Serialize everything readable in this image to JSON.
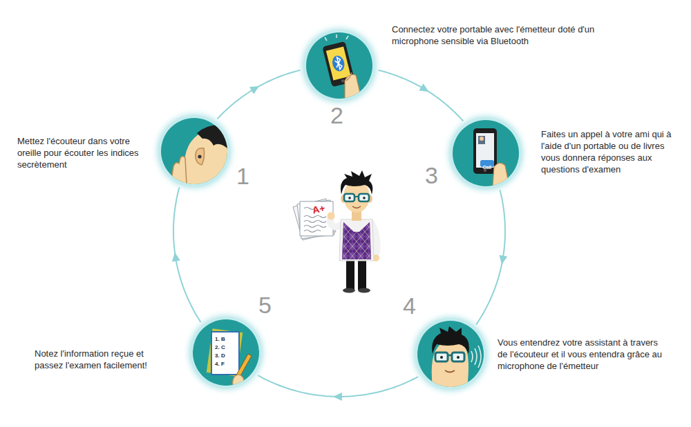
{
  "diagram": {
    "nodes": [
      {
        "text": [
          "1",
          "Mettez l'écouteur dans votre oreille pour écouter les indices secrètement"
        ]
      },
      {
        "text": [
          "2",
          "Connectez votre portable avec l'émetteur doté d'un microphone sensible via Bluetooth"
        ]
      },
      {
        "text": [
          "3",
          "Faites un appel à votre ami qui à l'aide d'un portable ou de livres vous donnera réponses aux questions d'examen"
        ]
      },
      {
        "text": [
          "4",
          "Vous entendrez votre assistant à travers de l'écouteur et il vous entendra grâce au microphone de l'émetteur"
        ]
      },
      {
        "text": [
          "5",
          "Notez l'information reçue et passez l'examen facilement!"
        ]
      }
    ],
    "edges": [
      {
        "from": 0,
        "to": 1,
        "arrow": "to"
      },
      {
        "from": 1,
        "to": 2,
        "arrow": "to"
      },
      {
        "from": 2,
        "to": 3,
        "arrow": "to"
      },
      {
        "from": 3,
        "to": 4,
        "arrow": "to"
      },
      {
        "from": 4,
        "to": 0,
        "arrow": "to"
      }
    ],
    "labels": [
      "A+",
      "Call",
      "1. B",
      "2. C",
      "3. D",
      "4. F"
    ]
  }
}
